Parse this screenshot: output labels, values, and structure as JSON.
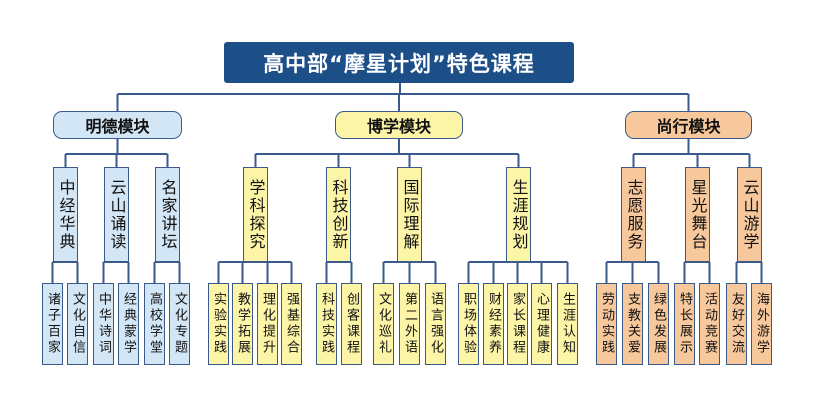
{
  "title": "高中部“摩星计划”特色课程",
  "colors": {
    "line": "#3a5a8c",
    "title_bg": "#1c4f88"
  },
  "modules": [
    {
      "label": "明德模块",
      "color": "#d3e6f6",
      "groups": [
        {
          "label": "中经华典",
          "items": [
            "诸子百家",
            "文化自信"
          ]
        },
        {
          "label": "云山诵读",
          "items": [
            "中华诗词",
            "经典蒙学"
          ]
        },
        {
          "label": "名家讲坛",
          "items": [
            "高校学堂",
            "文化专题"
          ]
        }
      ]
    },
    {
      "label": "博学模块",
      "color": "#fcf5a8",
      "groups": [
        {
          "label": "学科探究",
          "items": [
            "实验实践",
            "教学拓展",
            "理化提升",
            "强基综合"
          ]
        },
        {
          "label": "科技创新",
          "items": [
            "科技实践",
            "创客课程"
          ]
        },
        {
          "label": "国际理解",
          "items": [
            "文化巡礼",
            "第二外语",
            "语言强化"
          ]
        },
        {
          "label": "生涯规划",
          "items": [
            "职场体验",
            "财经素养",
            "家长课程",
            "心理健康",
            "生涯认知"
          ]
        }
      ]
    },
    {
      "label": "尚行模块",
      "color": "#f7c89c",
      "groups": [
        {
          "label": "志愿服务",
          "items": [
            "劳动实践",
            "支教关爱",
            "绿色发展"
          ]
        },
        {
          "label": "星光舞台",
          "items": [
            "特长展示",
            "活动竞赛"
          ]
        },
        {
          "label": "云山游学",
          "items": [
            "友好交流",
            "海外游学"
          ]
        }
      ]
    }
  ]
}
